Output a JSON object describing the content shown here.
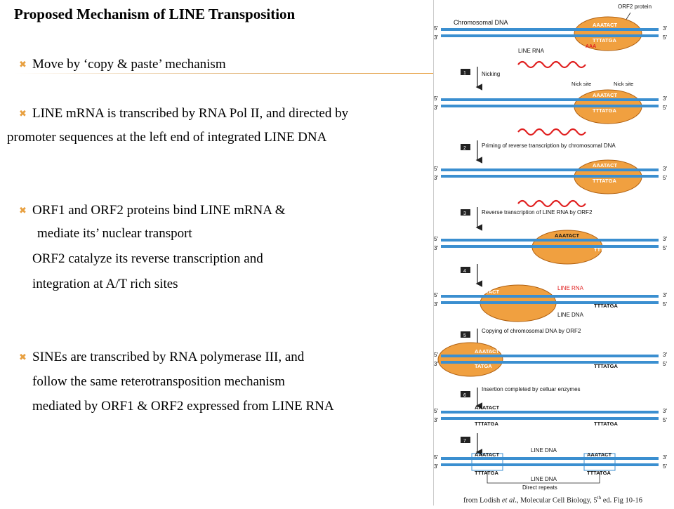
{
  "slide": {
    "title": "Proposed Mechanism of LINE Transposition",
    "bullets": [
      {
        "lines": [
          "Move by ‘copy & paste’ mechanism"
        ]
      },
      {
        "lines": [
          "LINE mRNA is transcribed by RNA Pol II, and directed by",
          "promoter sequences at the left end of integrated LINE DNA"
        ]
      },
      {
        "lines": [
          "ORF1 and ORF2 proteins bind LINE mRNA &",
          "mediate its’ nuclear transport",
          "ORF2 catalyze its reverse transcription and",
          "integration  at A/T rich sites"
        ]
      },
      {
        "lines": [
          "SINEs are transcribed by RNA polymerase III, and",
          "follow the same reterotransposition mechanism",
          "mediated by ORF1 & ORF2 expressed from LINE RNA"
        ]
      }
    ]
  },
  "figure": {
    "chromosomal_dna": "Chromosomal DNA",
    "orf2_protein": "ORF2 protein",
    "line_rna": "LINE RNA",
    "line_dna": "LINE DNA",
    "nick_site": "Nick site",
    "direct_repeats": "Direct repeats",
    "seq_top": "AAATACT",
    "seq_bottom": "TTTATGA",
    "seq_bottom_short": "TATGA",
    "poly_a": "AAA",
    "five_prime": "5′",
    "three_prime": "3′",
    "steps": [
      {
        "num": "1",
        "label": "Nicking"
      },
      {
        "num": "2",
        "label": "Priming of reverse transcription by chromosomal DNA"
      },
      {
        "num": "3",
        "label": "Reverse transcription of LINE RNA by ORF2"
      },
      {
        "num": "4",
        "label": ""
      },
      {
        "num": "5",
        "label": "Copying of chromosomal DNA by ORF2"
      },
      {
        "num": "6",
        "label": "Insertion completed by celluar enzymes"
      },
      {
        "num": "7",
        "label": ""
      }
    ]
  },
  "caption": {
    "prefix": "from Lodish ",
    "italic": "et al",
    "middle": "., Molecular Cell Biology, 5",
    "sup": "th",
    "suffix": " ed. Fig 10-16"
  },
  "colors": {
    "accent": "#e8a040",
    "dna_blue": "#3b8fd0",
    "rna_red": "#e02020",
    "protein_orange": "#f0a040"
  }
}
